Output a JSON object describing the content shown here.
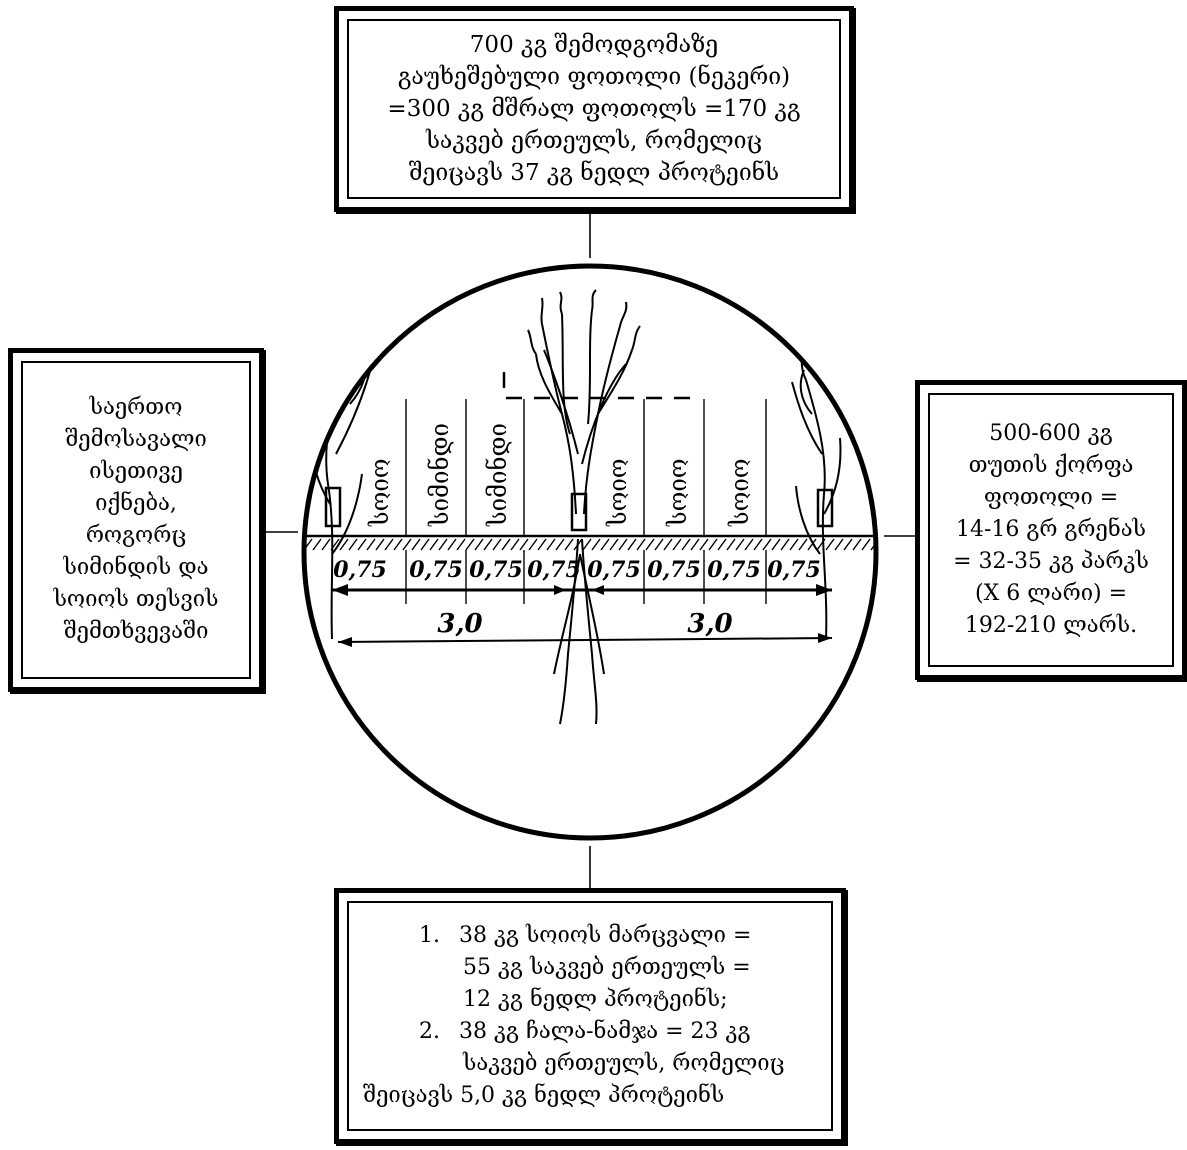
{
  "top_box": {
    "lines": [
      "700 კგ შემოდგომაზე",
      "გაუხეშებული ფოთოლი (ნეკერი)",
      "=300 კგ მშრალ ფოთოლს =170 კგ",
      "საკვებ ერთეულს, რომელიც",
      "შეიცავს 37 კგ ნედლ პროტეინს"
    ]
  },
  "left_box": {
    "lines": [
      "საერთო",
      "შემოსავალი",
      "ისეთივე",
      "იქნება,",
      "როგორც",
      "სიმინდის და",
      "სოიოს თესვის",
      "შემთხვევაში"
    ]
  },
  "right_box": {
    "lines": [
      "500-600 კგ",
      "თუთის ქორფა",
      "ფოთოლი =",
      "14-16 გრ გრენას",
      "= 32-35 კგ პარკს",
      "(X 6 ლარი) =",
      "192-210 ლარს."
    ]
  },
  "bottom_box": {
    "lines": [
      {
        "num": "1.",
        "text": "38 კგ სოიოს მარცვალი ="
      },
      {
        "num": "",
        "text": "55 კგ საკვებ ერთეულს ="
      },
      {
        "num": "",
        "text": "12 კგ ნედლ პროტეინს;"
      },
      {
        "num": "2.",
        "text": "38 კგ ჩალა-ნამჯა = 23 კგ"
      },
      {
        "num": "",
        "text": "საკვებ ერთეულს, რომელიც"
      },
      {
        "num": "",
        "text": "შეიცავს 5,0 კგ ნედლ პროტეინს"
      }
    ]
  },
  "diagram": {
    "crop_labels": [
      "სოიო",
      "სიმინდი",
      "სიმინდი",
      "სოიო",
      "სოიო",
      "სოიო"
    ],
    "spacing_labels": [
      "0,75",
      "0,75",
      "0,75",
      "0,75",
      "0,75",
      "0,75",
      "0,75",
      "0,75"
    ],
    "width_labels": [
      "3,0",
      "3,0"
    ]
  }
}
